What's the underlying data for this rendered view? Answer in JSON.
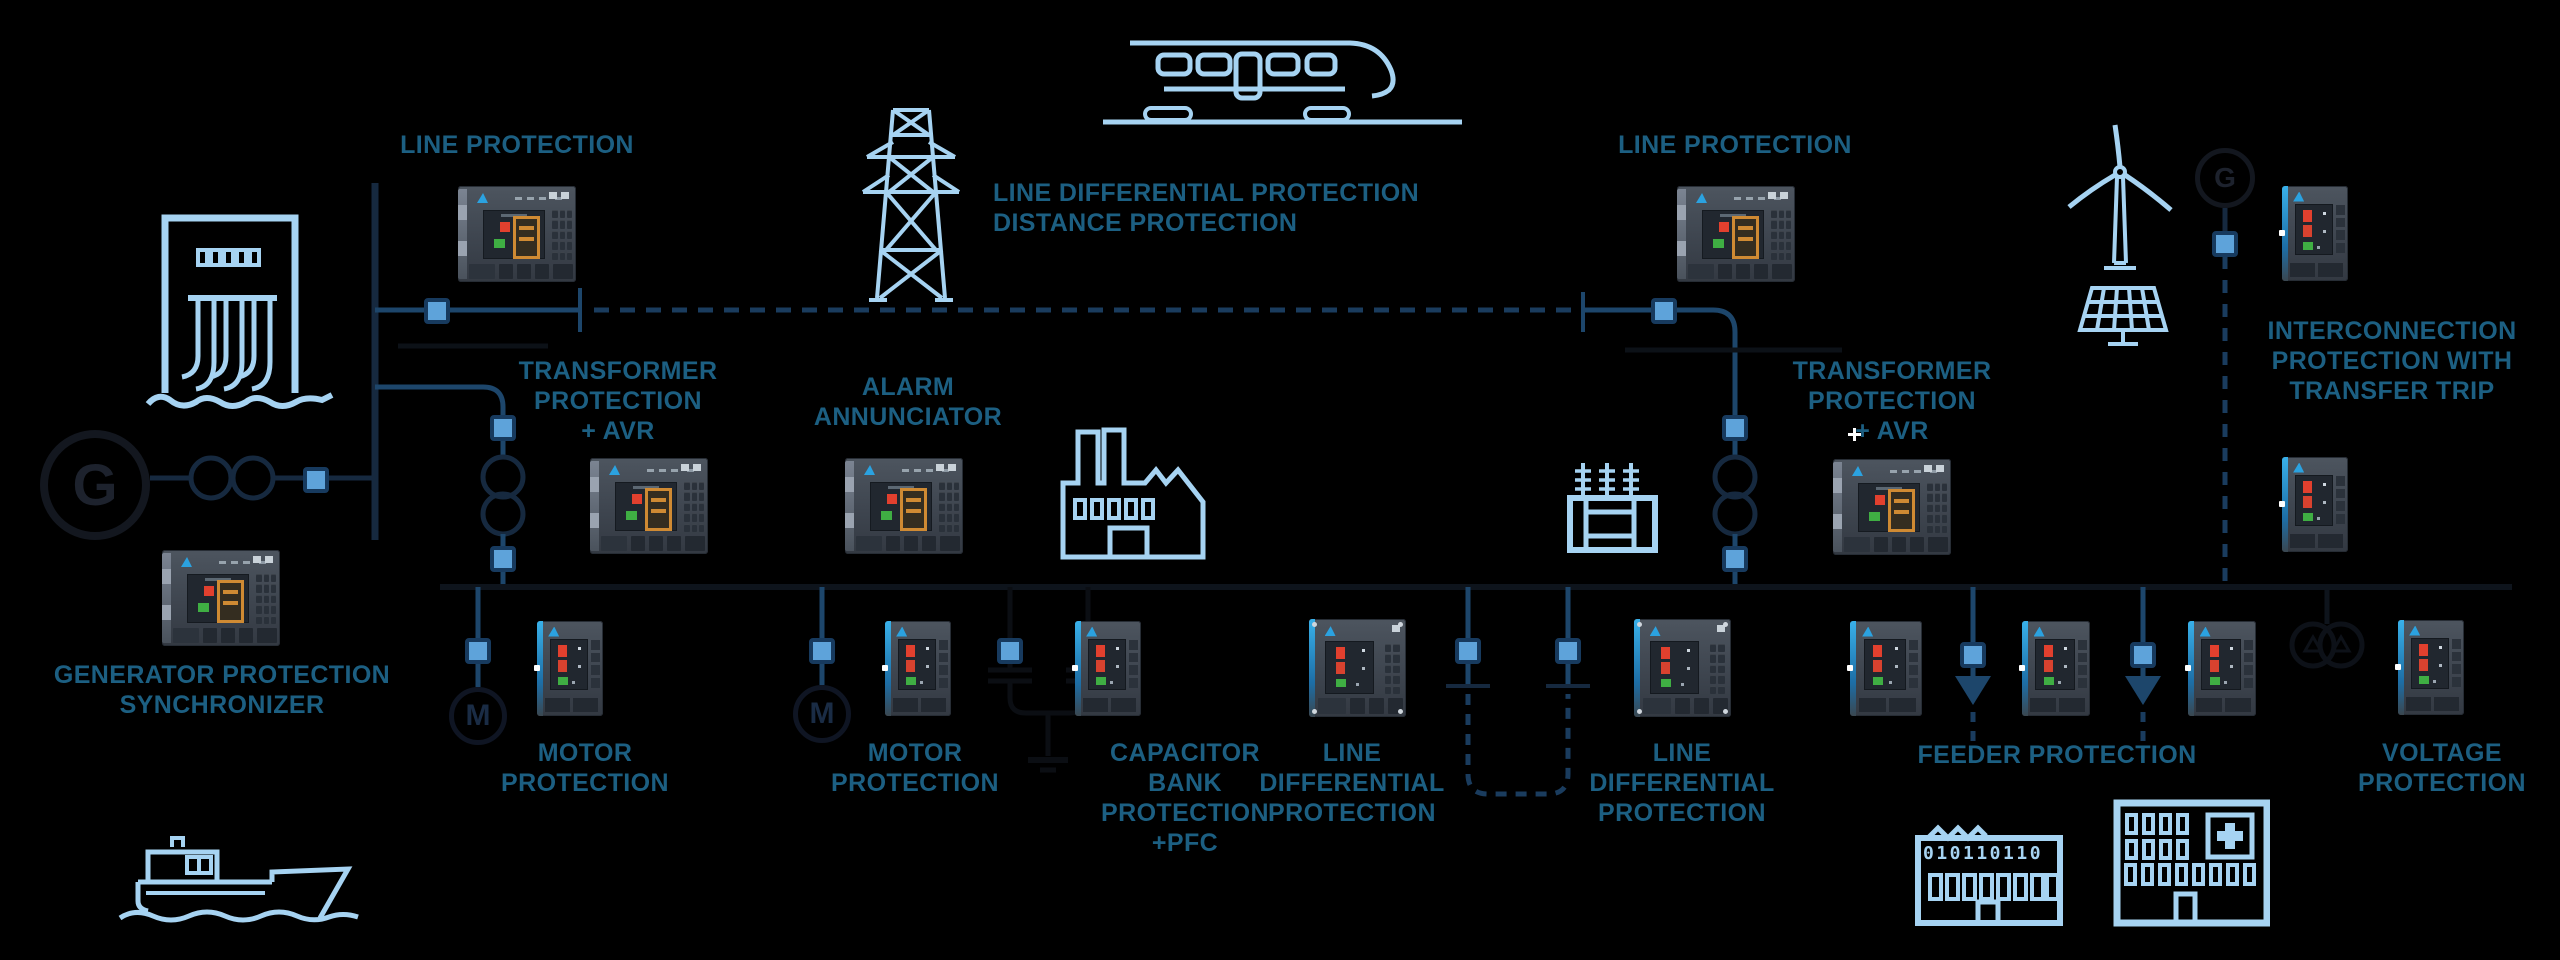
{
  "colors": {
    "background": "#000000",
    "label_text": "#1c5f82",
    "icon_blue": "#a6d3f2",
    "node_fill": "#5ea3da",
    "node_border": "#173a5e",
    "line_blue": "#1d466b",
    "line_navy": "#16293f",
    "line_dashed": "#1a3c5e",
    "bus_dark": "#0e141c",
    "relay_accent_stripe": "#2b9be0"
  },
  "labels": {
    "line_protection_left": "LINE PROTECTION",
    "line_protection_right": "LINE PROTECTION",
    "line_diff_distance": "LINE DIFFERENTIAL PROTECTION\nDISTANCE PROTECTION",
    "transformer_avr_left": "TRANSFORMER\nPROTECTION\n+ AVR",
    "transformer_avr_right": "TRANSFORMER\nPROTECTION\n+ AVR",
    "alarm_annunciator": "ALARM\nANNUNCIATOR",
    "generator_protection": "GENERATOR PROTECTION\nSYNCHRONIZER",
    "interconnection": "INTERCONNECTION\nPROTECTION WITH\nTRANSFER TRIP",
    "motor_protection_1": "MOTOR\nPROTECTION",
    "motor_protection_2": "MOTOR\nPROTECTION",
    "capacitor_bank": "CAPACITOR\nBANK\nPROTECTION\n+PFC",
    "line_differential_1": "LINE\nDIFFERENTIAL\nPROTECTION",
    "line_differential_2": "LINE\nDIFFERENTIAL\nPROTECTION",
    "feeder_protection": "FEEDER PROTECTION",
    "voltage_protection": "VOLTAGE\nPROTECTION"
  },
  "symbols": {
    "generator_left": "G",
    "motor_1": "M",
    "motor_2": "M",
    "generator_right": "G",
    "datacenter_binary": "010110110"
  },
  "icons": [
    "hydro-plant-icon",
    "train-icon",
    "transmission-tower-icon",
    "factory-icon",
    "substation-transformer-icon",
    "wind-turbine-icon",
    "solar-panel-icon",
    "ship-icon",
    "data-center-icon",
    "hospital-icon"
  ]
}
